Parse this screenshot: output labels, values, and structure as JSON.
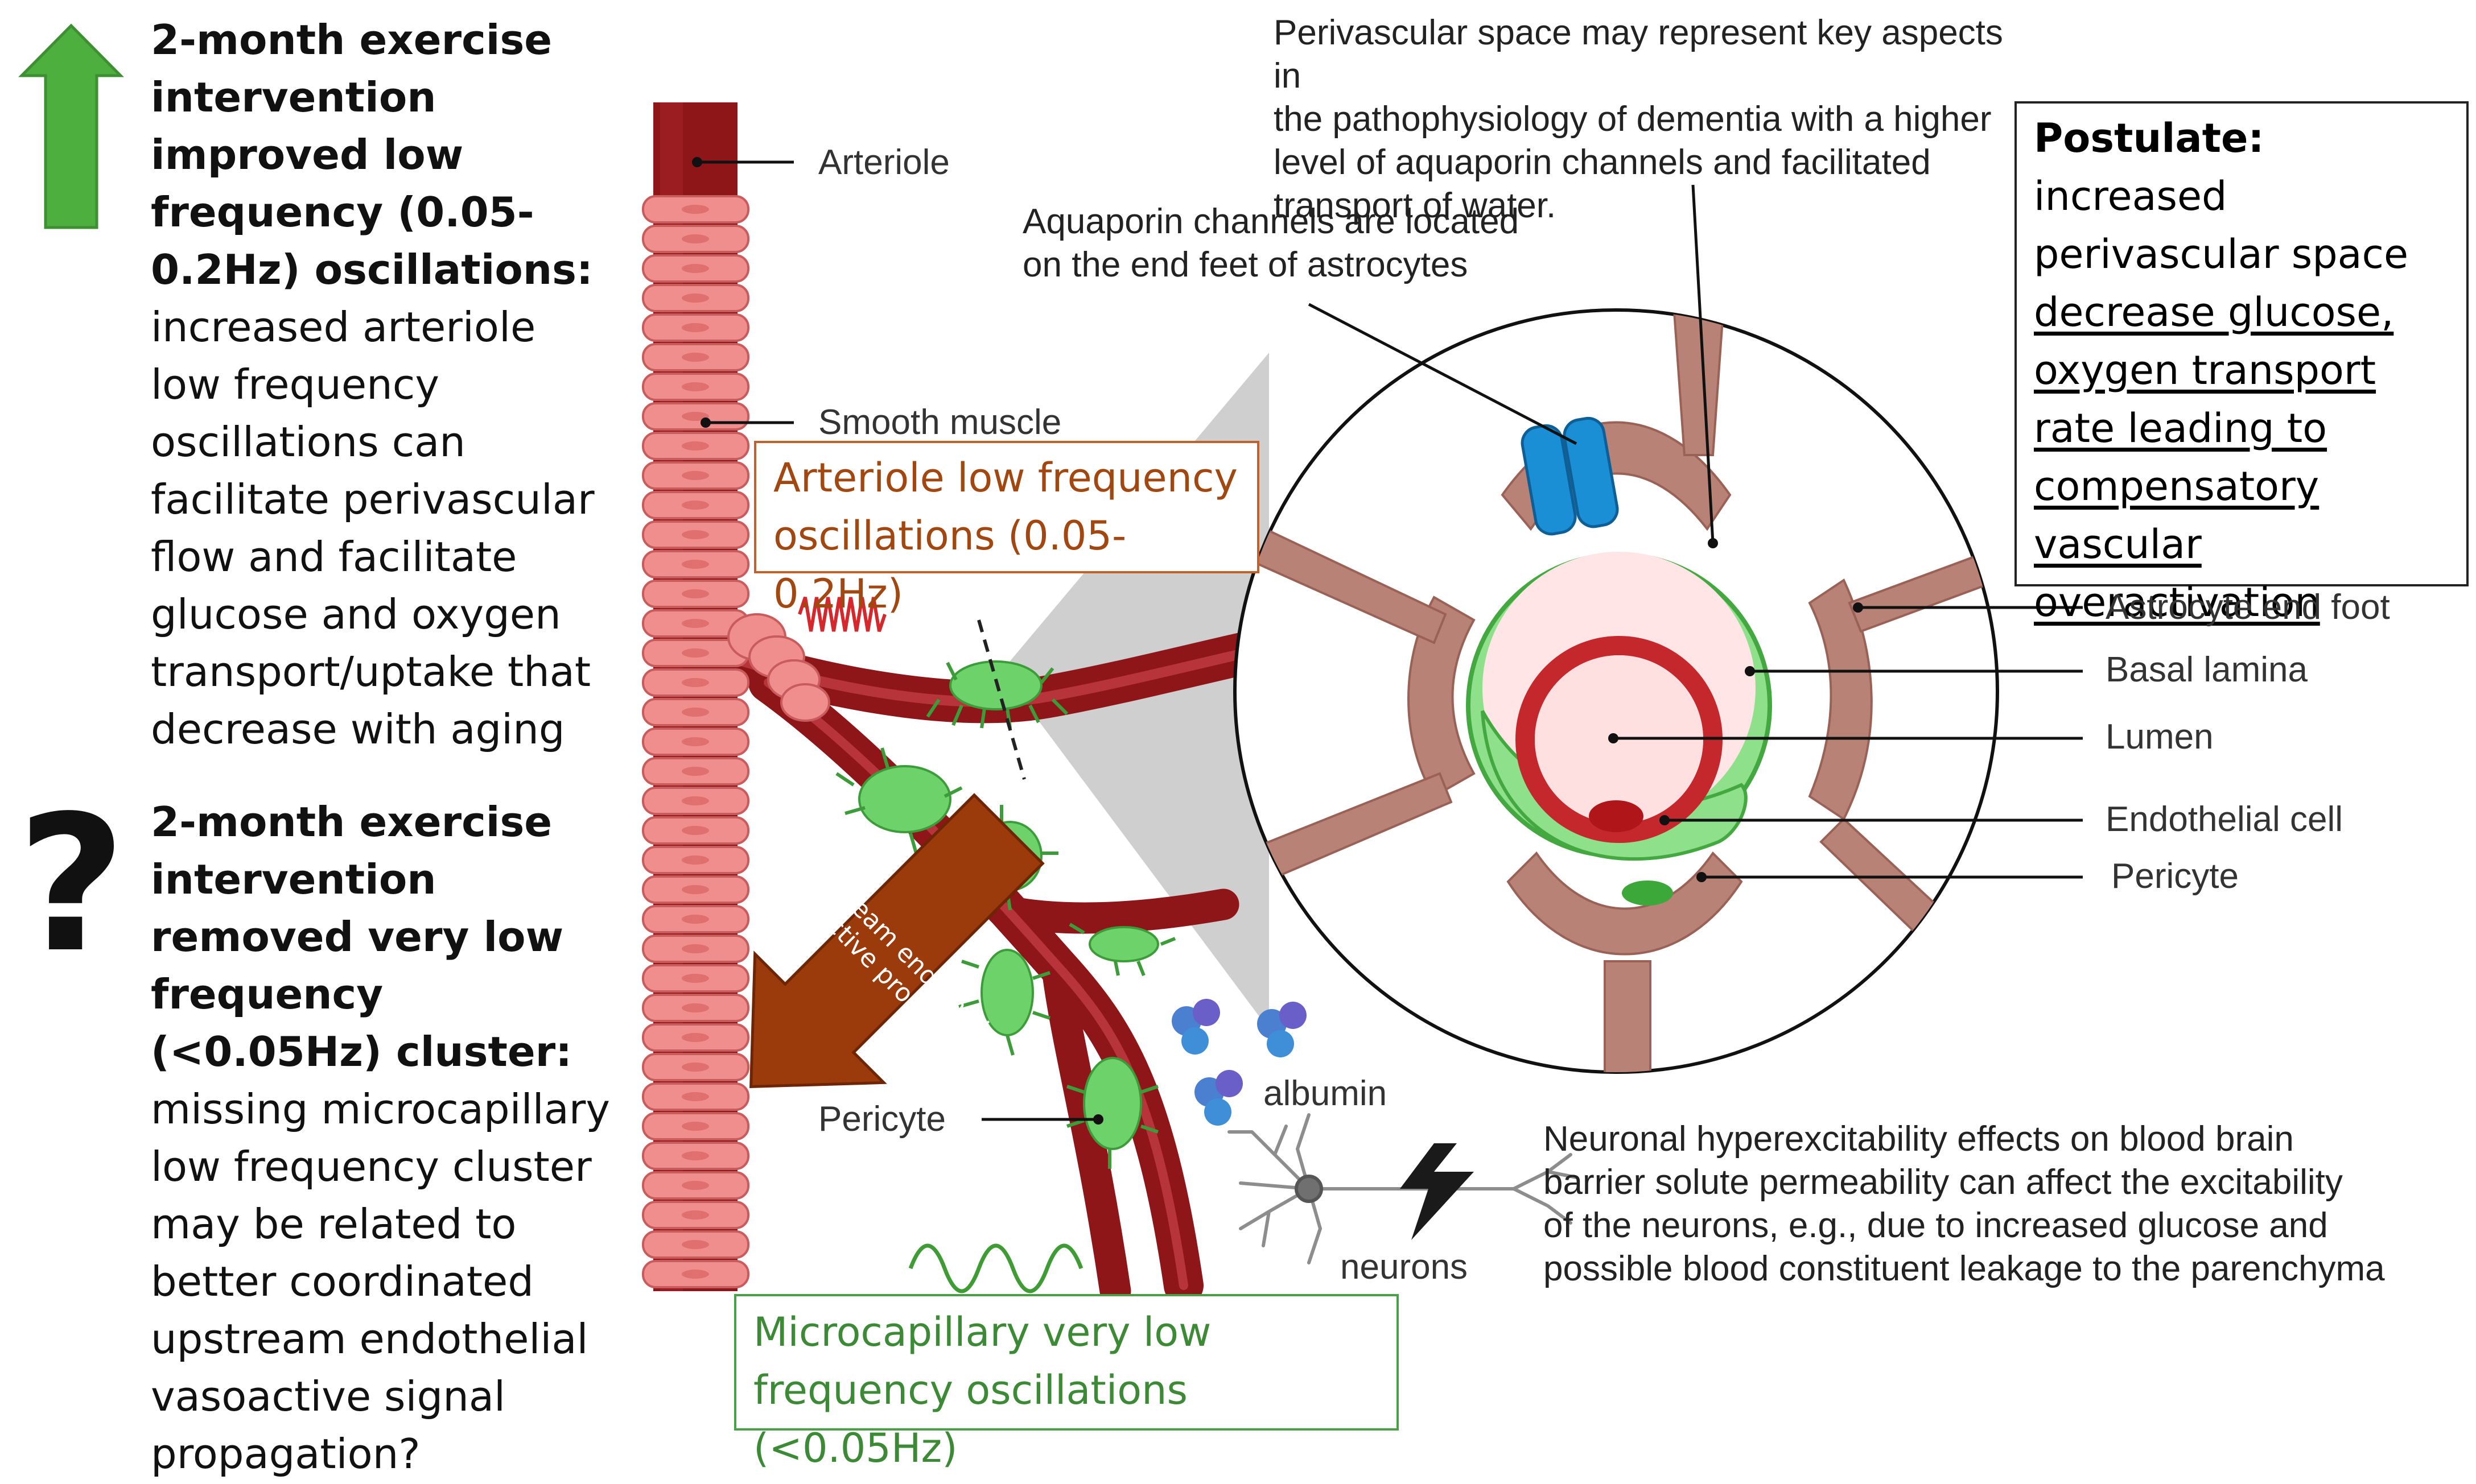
{
  "left_panel": {
    "top_bold": "2-month exercise intervention improved low frequency (0.05-0.2Hz) oscillations",
    "top_colon": ":",
    "top_body": "increased arteriole\nlow frequency\noscillations can\nfacilitate perivascular\nflow and facilitate\nglucose and oxygen\ntransport/uptake that\ndecrease with aging",
    "question_mark": "?",
    "bottom_bold": "2-month exercise intervention removed very low frequency (<0.05Hz) cluster",
    "bottom_colon": ":",
    "bottom_body": "missing microcapillary\nlow frequency cluster\nmay be related to\nbetter coordinated\nupstream endothelial\nvasoactive signal\npropagation?"
  },
  "vessel_labels": {
    "arteriole": "Arteriole",
    "smooth_muscle": "Smooth muscle",
    "pericyte": "Pericyte",
    "albumin": "albumin",
    "neurons": "neurons"
  },
  "boxes": {
    "arteriole_osc": "Arteriole low frequency\noscillations (0.05-0.2Hz)",
    "microcap_osc": "Microcapillary very low\nfrequency oscillations (<0.05Hz)",
    "postulate_head": "Postulate:",
    "postulate_lead": " increased perivascular space ",
    "postulate_underlined": "decrease glucose, oxygen transport rate leading to compensatory vascular overactivation"
  },
  "arrow_text": "Upstream endothelial\nvasoactive propagation",
  "annotations": {
    "perivascular": "Perivascular space may represent key aspects in\nthe pathophysiology of dementia with a higher\nlevel of aquaporin channels and facilitated\ntransport of water.",
    "aquaporin": "Aquaporin channels are located\non the end feet of astrocytes",
    "neuronal": "Neuronal hyperexcitability effects on blood brain\nbarrier solute permeability can affect the excitability\nof the neurons, e.g., due to increased glucose and\npossible blood constituent leakage to the parenchyma"
  },
  "circle_labels": {
    "astrocyte": "Astrocyte end foot",
    "basal": "Basal lamina",
    "lumen": "Lumen",
    "endothelial": "Endothelial cell",
    "pericyte": "Pericyte"
  },
  "colors": {
    "up_arrow": "#4caf3e",
    "vessel": "#9e1b1e",
    "smooth_muscle": "#f08e8e",
    "pericyte": "#6dd26a",
    "astrocyte": "#b98276",
    "aquaporin": "#1b8fd6",
    "propagation_arrow": "#9b3a0a",
    "albumin": "#4b7fd0"
  }
}
